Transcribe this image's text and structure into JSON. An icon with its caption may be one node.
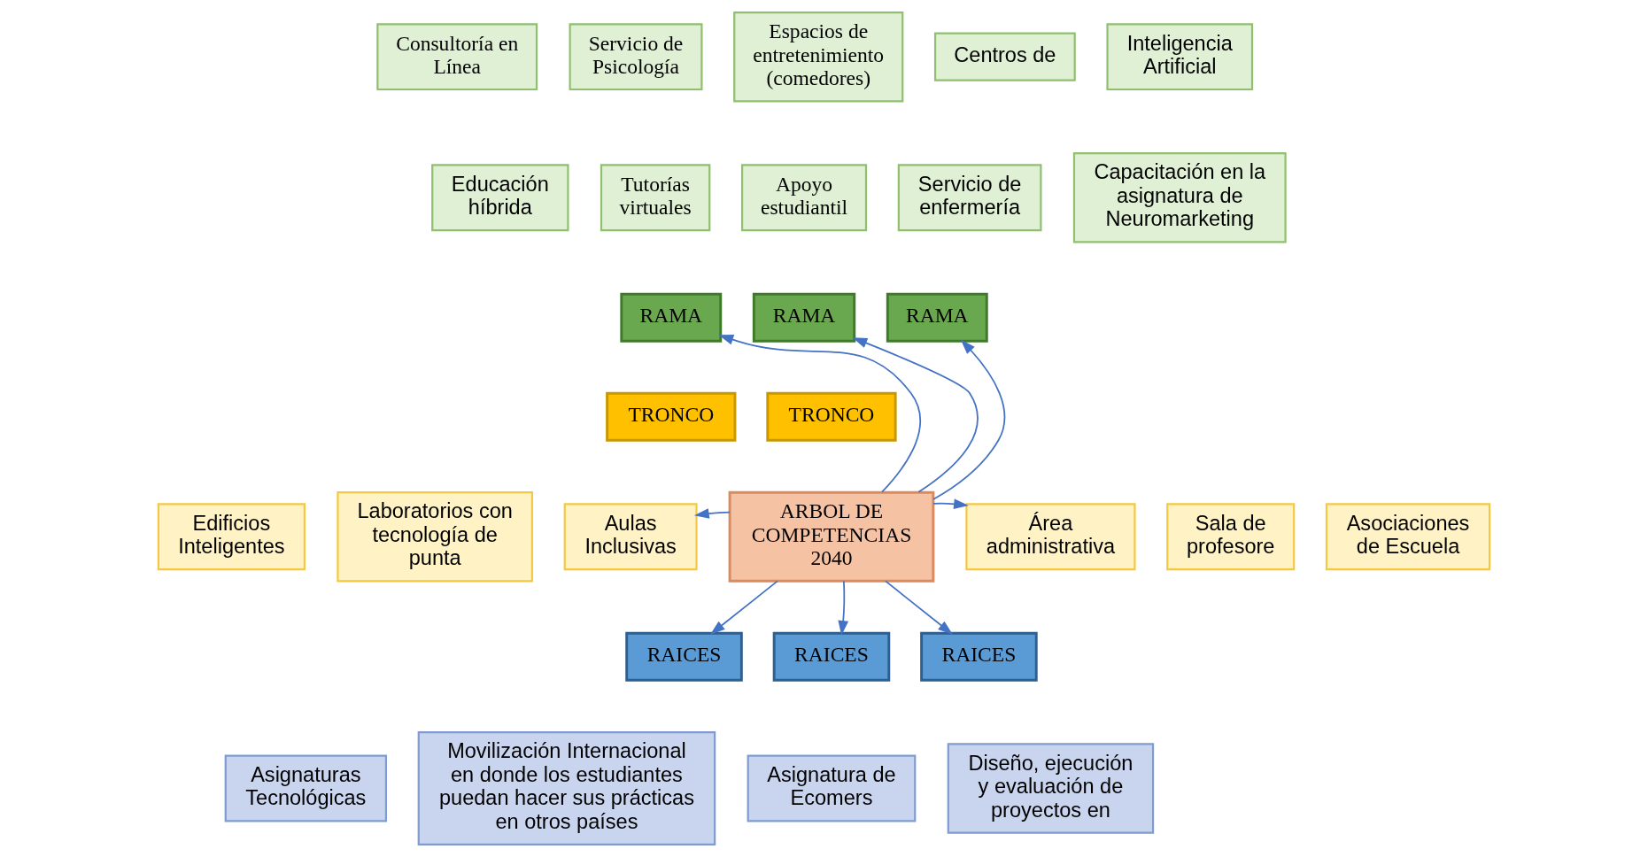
{
  "diagram": {
    "nodes": [
      {
        "text": [
          "Consultoría en Línea"
        ]
      },
      {
        "text": [
          "Servicio de Psicología"
        ]
      },
      {
        "text": [
          "Espacios de entretenimiento (comedores)"
        ]
      },
      {
        "text": [
          "Centros de"
        ]
      },
      {
        "text": [
          "Inteligencia Artificial"
        ]
      },
      {
        "text": [
          "Educación híbrida"
        ]
      },
      {
        "text": [
          "Tutorías virtuales"
        ]
      },
      {
        "text": [
          "Apoyo estudiantil"
        ]
      },
      {
        "text": [
          "Servicio de enfermería"
        ]
      },
      {
        "text": [
          "Capacitación en la asignatura de Neuromarketing"
        ]
      },
      {
        "text": [
          "RAMA"
        ]
      },
      {
        "text": [
          "RAMA"
        ]
      },
      {
        "text": [
          "RAMA"
        ]
      },
      {
        "text": [
          "TRONCO"
        ]
      },
      {
        "text": [
          "TRONCO"
        ]
      },
      {
        "text": [
          "ARBOL DE COMPETENCIAS 2040"
        ]
      },
      {
        "text": [
          "Área administrativa"
        ]
      },
      {
        "text": [
          "Sala de profesore"
        ]
      },
      {
        "text": [
          "Asociaciones de Escuela"
        ]
      },
      {
        "text": [
          "Edificios Inteligentes"
        ]
      },
      {
        "text": [
          "Laboratorios con tecnología de punta"
        ]
      },
      {
        "text": [
          "Aulas Inclusivas"
        ]
      },
      {
        "text": [
          "RAICES"
        ]
      },
      {
        "text": [
          "RAICES"
        ]
      },
      {
        "text": [
          "RAICES"
        ]
      },
      {
        "text": [
          "Asignaturas Tecnológicas"
        ]
      },
      {
        "text": [
          "Movilización Internacional en donde los estudiantes puedan hacer sus prácticas en otros países"
        ]
      },
      {
        "text": [
          "Asignatura de Ecomers"
        ]
      },
      {
        "text": [
          "Diseño, ejecución y evaluación de proyectos en"
        ]
      }
    ],
    "edges": [
      {
        "from": 15,
        "to": 10,
        "arrow": "to"
      },
      {
        "from": 15,
        "to": 11,
        "arrow": "to"
      },
      {
        "from": 15,
        "to": 12,
        "arrow": "to"
      },
      {
        "from": 15,
        "to": 16,
        "arrow": "to"
      },
      {
        "from": 15,
        "to": 21,
        "arrow": "to"
      },
      {
        "from": 15,
        "to": 22,
        "arrow": "to"
      },
      {
        "from": 15,
        "to": 23,
        "arrow": "to"
      },
      {
        "from": 15,
        "to": 24,
        "arrow": "to"
      }
    ]
  }
}
